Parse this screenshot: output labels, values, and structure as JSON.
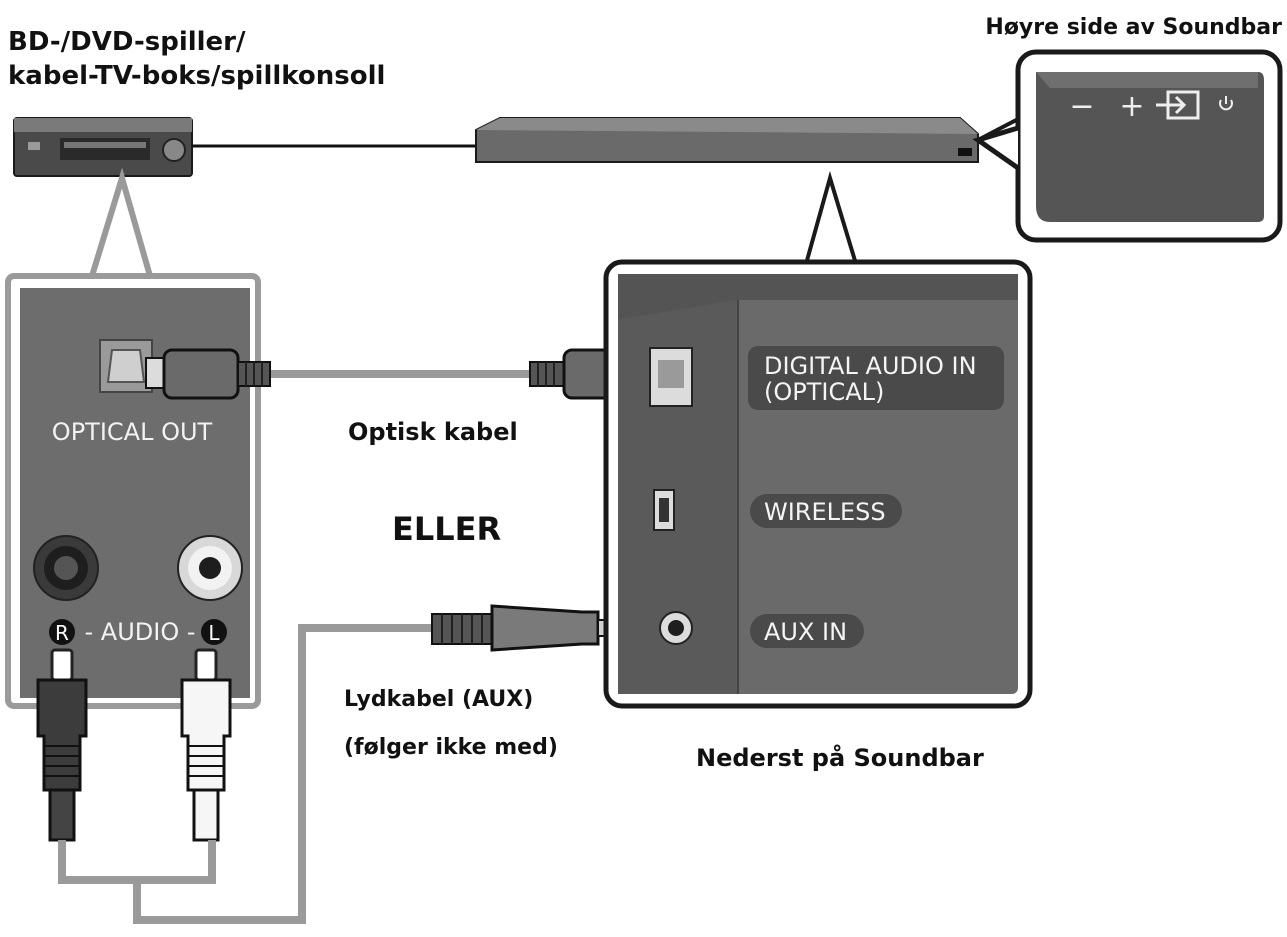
{
  "labels": {
    "player_line1": "BD-/DVD-spiller/",
    "player_line2": "kabel-TV-boks/spillkonsoll",
    "soundbar_side": "Høyre side av Soundbar",
    "optical_out": "OPTICAL OUT",
    "audio_r": "R",
    "audio_mid": "- AUDIO -",
    "audio_l": "L",
    "optical_cable": "Optisk kabel",
    "or": "ELLER",
    "aux_cable_line1": "Lydkabel (AUX)",
    "aux_cable_line2": "(følger ikke med)",
    "soundbar_bottom": "Nederst på Soundbar",
    "digital_audio_line1": "DIGITAL AUDIO IN",
    "digital_audio_line2": "(OPTICAL)",
    "wireless": "WIRELESS",
    "aux_in": "AUX IN",
    "btn_minus": "−",
    "btn_plus": "+"
  },
  "colors": {
    "panel": "#6d6d6d",
    "panel_dark": "#505050",
    "outline": "#1a1a1a",
    "cable": "#8c8c8c",
    "soundbar": "#6a6a6a"
  },
  "icons": [
    "source-icon",
    "power-icon"
  ]
}
